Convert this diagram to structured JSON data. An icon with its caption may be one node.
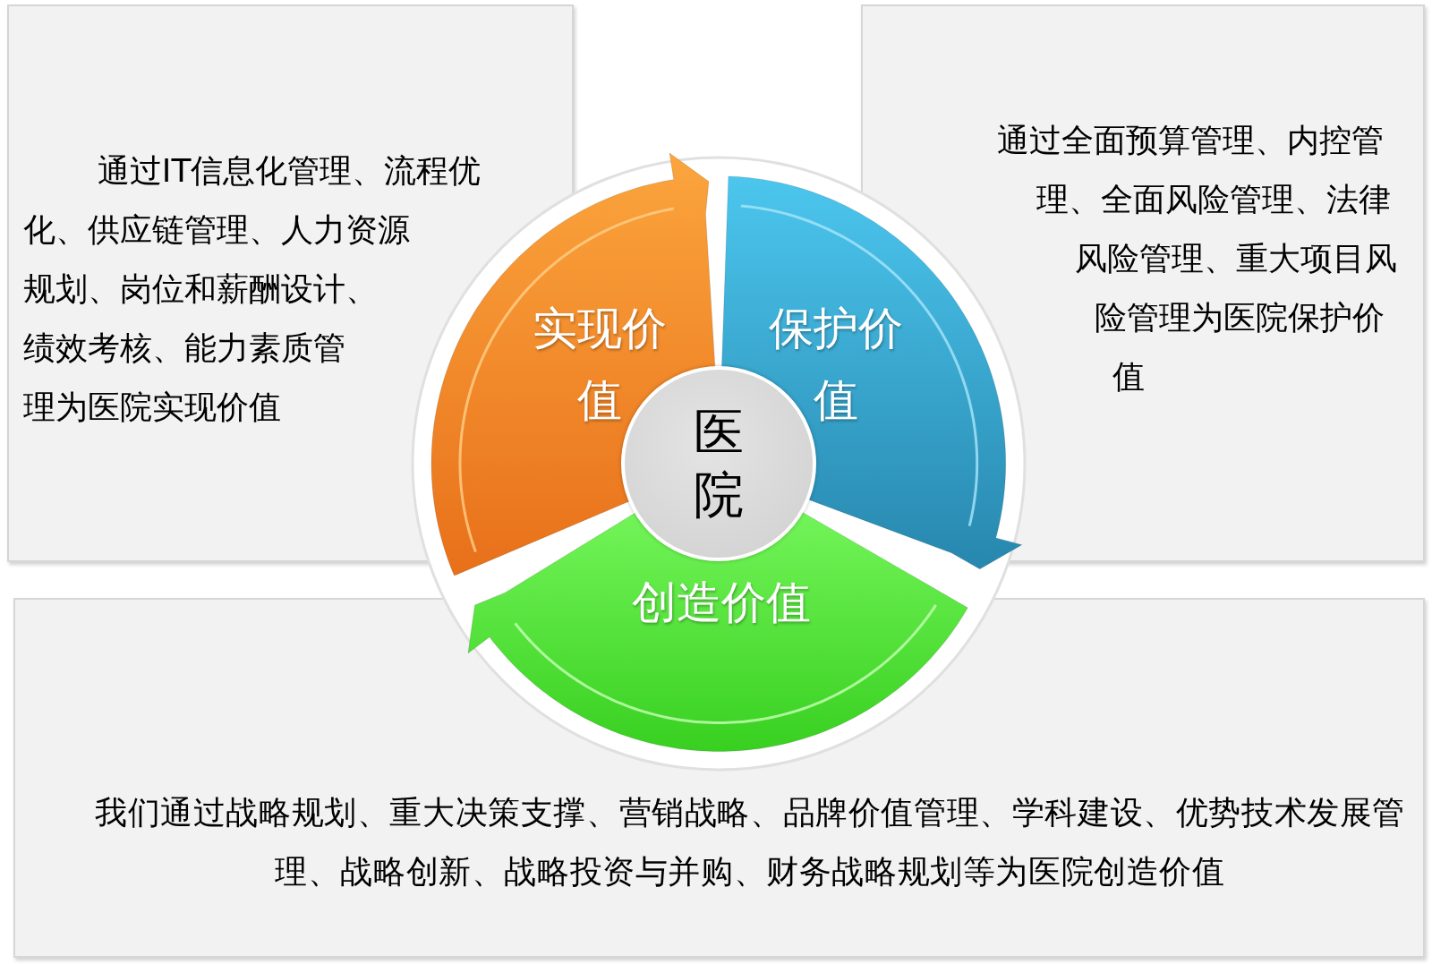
{
  "diagram": {
    "nodes": [
      {
        "text": [
          "通过IT信息化管理、流程优化、供应链管理、人力资源规划、岗位和薪酬设计、绩效考核、能力素质管理为医院实现价值"
        ]
      },
      {
        "text": [
          "通过全面预算管理、内控管理、全面风险管理、法律风险管理、重大项目风险管理为医院保护价值"
        ]
      },
      {
        "text": [
          "我们通过战略规划、重大决策支撑、营销战略、品牌价值管理、学科建设、优势技术发展管理、战略创新、战略投资与并购、财务战略规划等为医院创造价值"
        ]
      },
      {
        "text": [
          "实现价值"
        ]
      },
      {
        "text": [
          "保护价值"
        ]
      },
      {
        "text": [
          "创造价值"
        ]
      },
      {
        "text": [
          "医院"
        ]
      }
    ]
  }
}
